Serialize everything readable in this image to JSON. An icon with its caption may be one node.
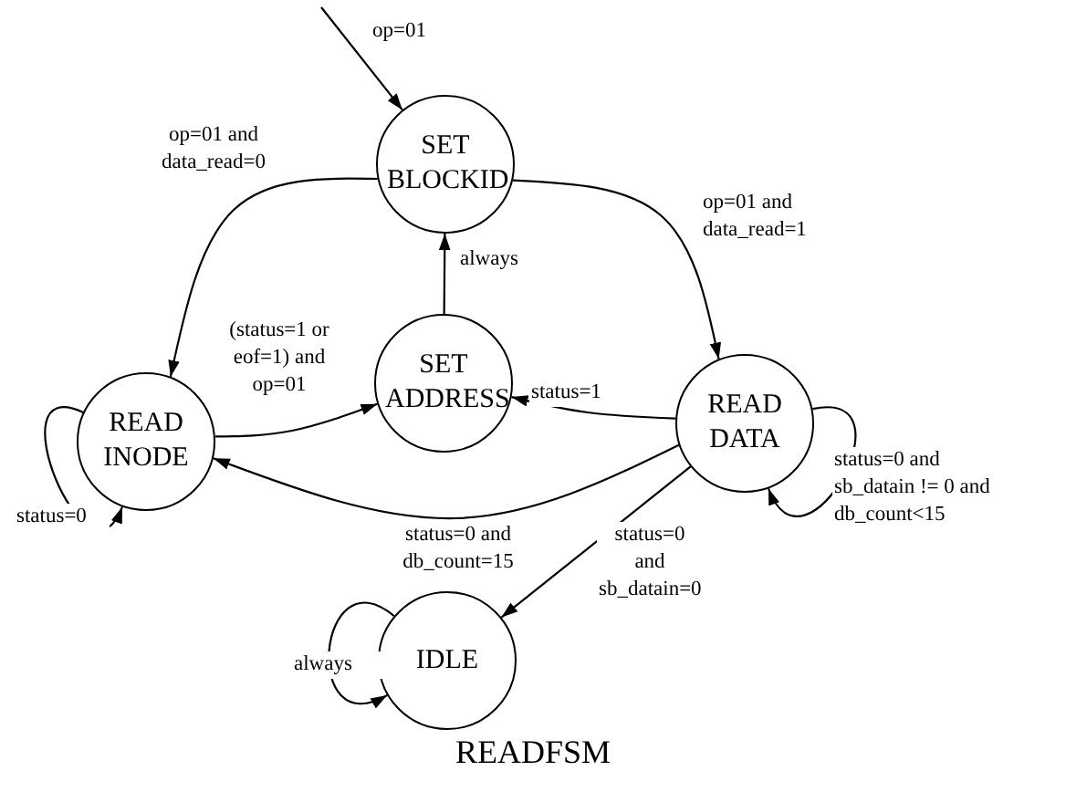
{
  "diagram": {
    "caption": "READFSM",
    "nodes": [
      {
        "text": [
          "SET BLOCKID"
        ]
      },
      {
        "text": [
          "SET ADDRESS"
        ]
      },
      {
        "text": [
          "READ INODE"
        ]
      },
      {
        "text": [
          "READ DATA"
        ]
      },
      {
        "text": [
          "IDLE"
        ]
      }
    ],
    "edges": [
      {
        "from": null,
        "to": 0,
        "arrow": "to",
        "label": "op=01"
      },
      {
        "from": 0,
        "to": 2,
        "arrow": "to",
        "label": "op=01 and data_read=0"
      },
      {
        "from": 0,
        "to": 3,
        "arrow": "to",
        "label": "op=01 and data_read=1"
      },
      {
        "from": 1,
        "to": 0,
        "arrow": "to",
        "label": "always"
      },
      {
        "from": 2,
        "to": 1,
        "arrow": "to",
        "label": "(status=1 or eof=1) and op=01"
      },
      {
        "from": 3,
        "to": 1,
        "arrow": "to",
        "label": "status=1"
      },
      {
        "from": 3,
        "to": 2,
        "arrow": "to",
        "label": "status=0 and db_count=15"
      },
      {
        "from": 3,
        "to": 3,
        "arrow": "to",
        "label": "status=0 and sb_datain != 0 and db_count<15"
      },
      {
        "from": 3,
        "to": 4,
        "arrow": "to",
        "label": "status=0 and sb_datain=0"
      },
      {
        "from": 2,
        "to": 2,
        "arrow": "to",
        "label": "status=0"
      },
      {
        "from": 4,
        "to": 4,
        "arrow": "to",
        "label": "always"
      }
    ]
  }
}
